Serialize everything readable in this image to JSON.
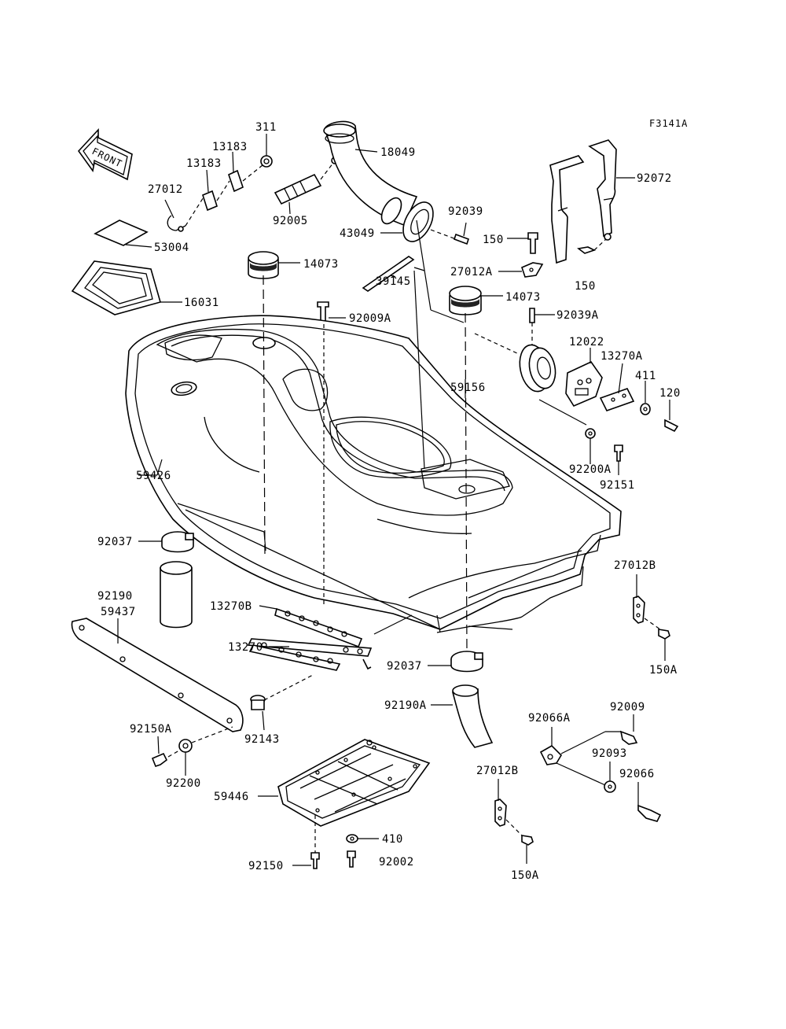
{
  "figure_code": "F3141A",
  "front_arrow_text": "FRONT",
  "labels": {
    "p311": "311",
    "p18049": "18049",
    "p13183a": "13183",
    "p13183b": "13183",
    "p27012": "27012",
    "p92005": "92005",
    "p92039": "92039",
    "p43049": "43049",
    "p150": "150",
    "p150b": "150",
    "p92072": "92072",
    "p53004": "53004",
    "p14073a": "14073",
    "p27012A": "27012A",
    "p16031": "16031",
    "p39145": "39145",
    "p14073b": "14073",
    "p92009A": "92009A",
    "p92039A": "92039A",
    "p12022": "12022",
    "p13270A": "13270A",
    "p411": "411",
    "p120": "120",
    "p59156": "59156",
    "p59426": "59426",
    "p92200A": "92200A",
    "p92151": "92151",
    "p92037a": "92037",
    "p27012B_a": "27012B",
    "p92190": "92190",
    "p59437": "59437",
    "p13270B": "13270B",
    "p13270": "13270",
    "p150A_a": "150A",
    "p92037b": "92037",
    "p92190A": "92190A",
    "p92009": "92009",
    "p92066A": "92066A",
    "p92150A": "92150A",
    "p92143": "92143",
    "p92093": "92093",
    "p27012B_b": "27012B",
    "p92066": "92066",
    "p92200": "92200",
    "p59446": "59446",
    "p410": "410",
    "p92150": "92150",
    "p92002": "92002",
    "p150A_b": "150A"
  }
}
